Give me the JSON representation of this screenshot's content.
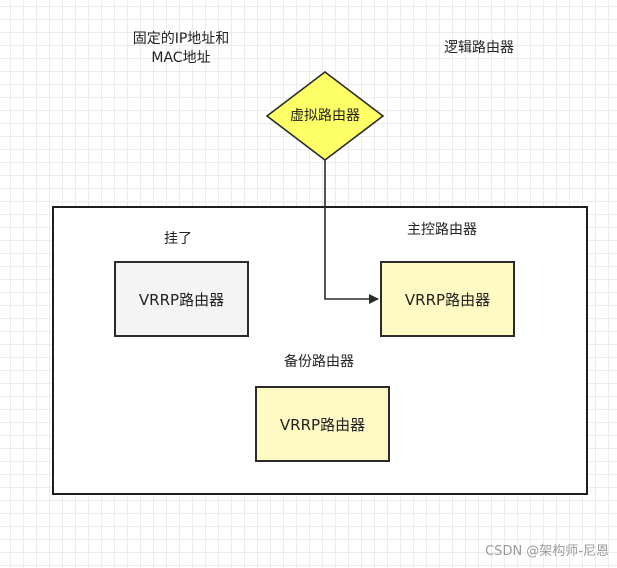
{
  "top_left_note": {
    "line1": "固定的IP地址和",
    "line2": "MAC地址"
  },
  "top_right_note": "逻辑路由器",
  "virtual_router": {
    "label": "虚拟路由器",
    "fill": "#ffff66"
  },
  "failed_router": {
    "caption": "挂了",
    "label": "VRRP路由器",
    "fill": "#f4f4f4"
  },
  "master_router": {
    "caption": "主控路由器",
    "label": "VRRP路由器",
    "fill": "#fff9c4"
  },
  "backup_router": {
    "caption": "备份路由器",
    "label": "VRRP路由器",
    "fill": "#fff9c4"
  },
  "watermark": "CSDN @架构师-尼恩"
}
